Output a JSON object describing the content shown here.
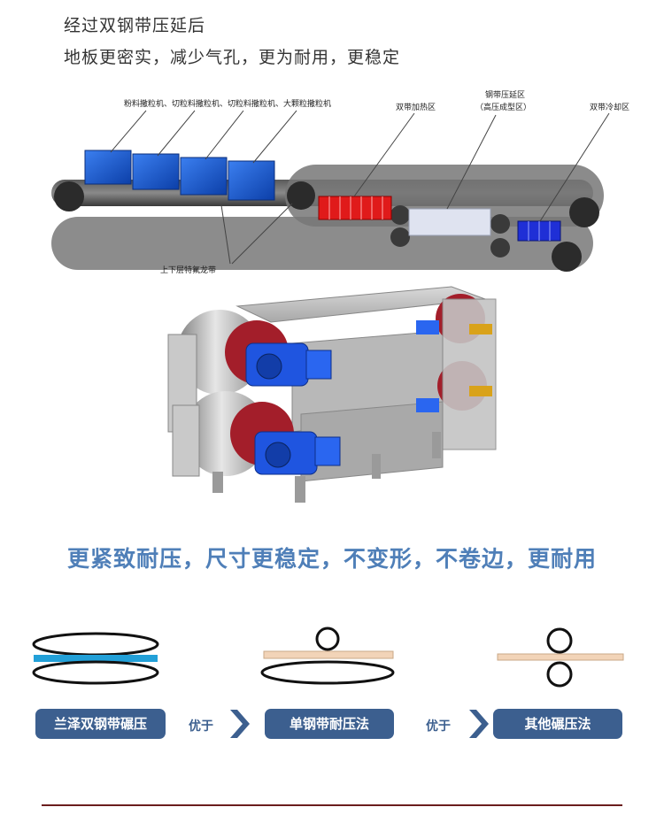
{
  "header": {
    "line1": "经过双钢带压延后",
    "line2": "地板更密实，减少气孔，更为耐用，更稳定"
  },
  "diagram": {
    "machines_label": "粉料撒粒机、切粒料撒粒机、切粒料撒粒机、大颗粒撒粒机",
    "heating_label": "双带加热区",
    "press_label_1": "钢带压延区",
    "press_label_2": "（高压成型区）",
    "cooling_label": "双带冷却区",
    "belt_label": "上下层特氟龙带"
  },
  "tagline": "更紧致耐压，尺寸更稳定，不变形，不卷边，更耐用",
  "comparison": {
    "method1": "兰泽双钢带碾压",
    "better1": "优于",
    "method2": "单钢带耐压法",
    "better2": "优于",
    "method3": "其他碾压法"
  },
  "colors": {
    "accent": "#3c5f8f",
    "tagline": "#4f7fb8",
    "heating": "#e01a1a",
    "cooling": "#1f2fd6",
    "machine": "#1d5fd0",
    "motor": "#1f55e0",
    "divider": "#6b1d1d"
  }
}
